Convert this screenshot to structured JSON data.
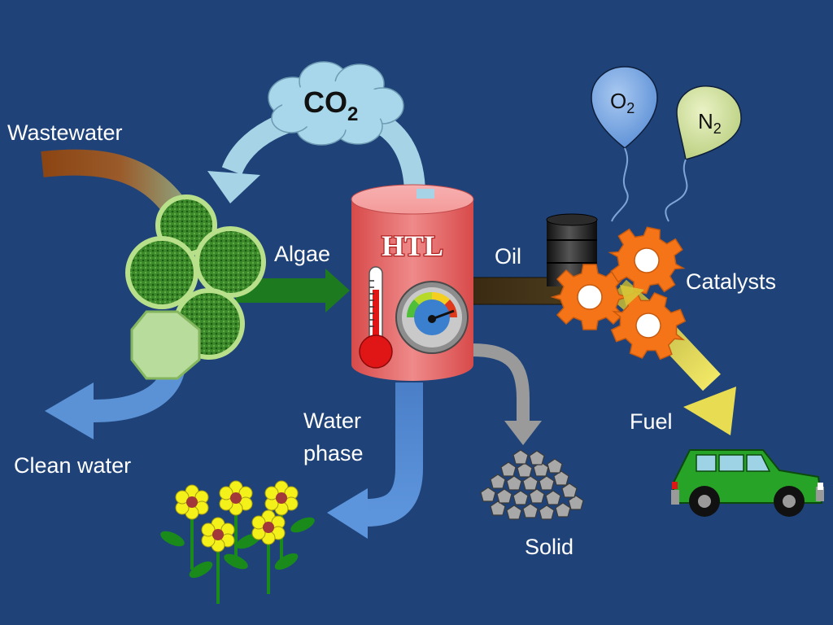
{
  "labels": {
    "wastewater": "Wastewater",
    "clean_water": "Clean water",
    "algae": "Algae",
    "oil": "Oil",
    "catalysts": "Catalysts",
    "fuel": "Fuel",
    "water_phase_line1": "Water",
    "water_phase_line2": "phase",
    "solid": "Solid",
    "reactor": "HTL"
  },
  "gases": {
    "co2_main": "CO",
    "co2_sub": "2",
    "o2_main": "O",
    "o2_sub": "2",
    "n2_main": "N",
    "n2_sub": "2"
  },
  "colors": {
    "background": "#1f4379",
    "wastewater_arrow": "#8b4513",
    "algae_arrow": "#1e7a1e",
    "co2_arrow": "#a6d4e6",
    "clean_water_arrow": "#5b92d6",
    "water_phase_arrow": "#4f86d0",
    "solid_arrow": "#9a9a9a",
    "oil_arrow": "#3a2a12",
    "fuel_arrow": "#d8c636",
    "reactor": "#e46a6a",
    "gear": "#f57418",
    "car": "#27a327",
    "flower": "#f4f01a"
  }
}
